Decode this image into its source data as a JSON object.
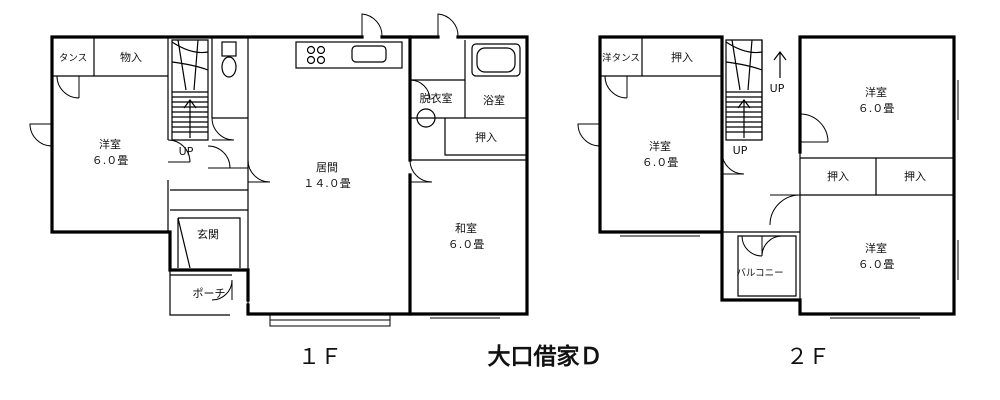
{
  "title": "大口借家Ｄ",
  "floor1": {
    "label": "１Ｆ",
    "rooms": {
      "tansu": "タンス",
      "monoire": "物入",
      "youshitsu_name": "洋室",
      "youshitsu_size": "６.０畳",
      "up": "UP",
      "genkan": "玄関",
      "porch": "ポーチ",
      "living_name": "居間",
      "living_size": "１４.０畳",
      "datsuishitsu": "脱衣室",
      "yokushitsu": "浴室",
      "oshiire": "押入",
      "washitsu_name": "和室",
      "washitsu_size": "６.０畳"
    }
  },
  "floor2": {
    "label": "２Ｆ",
    "rooms": {
      "youtansu": "洋タンス",
      "oshiire_a": "押入",
      "up_a": "UP",
      "up_b": "UP",
      "west_name": "洋室",
      "west_size": "６.０畳",
      "ne_name": "洋室",
      "ne_size": "６.０畳",
      "oshiire_b": "押入",
      "oshiire_c": "押入",
      "se_name": "洋室",
      "se_size": "６.０畳",
      "balcony": "バルコニー"
    }
  }
}
